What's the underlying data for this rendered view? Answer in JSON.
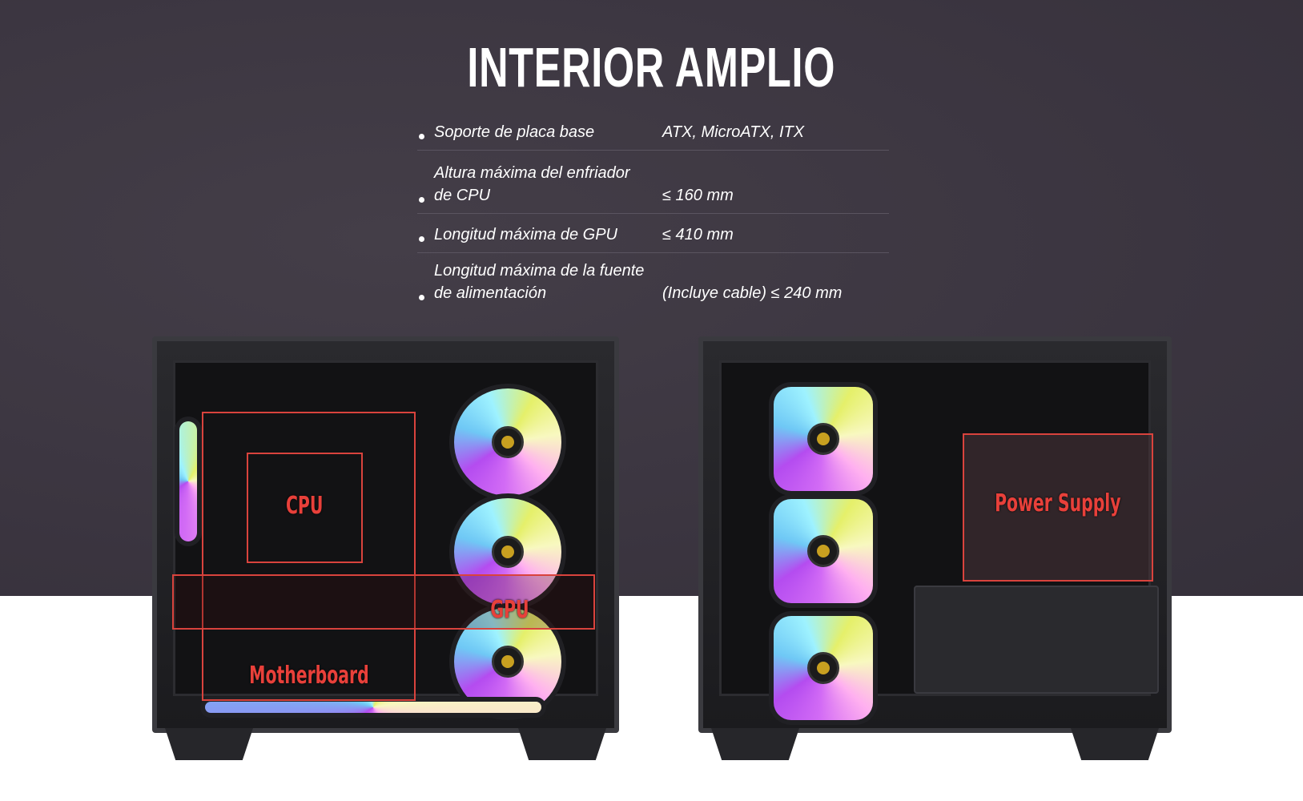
{
  "title": "INTERIOR AMPLIO",
  "specs": [
    {
      "label": "Soporte de placa base",
      "value": "ATX, MicroATX, ITX"
    },
    {
      "label_line1": "Altura máxima del enfriador",
      "label_line2": "de CPU",
      "value": "≤ 160 mm"
    },
    {
      "label": "Longitud máxima de GPU",
      "value": "≤ 410 mm"
    },
    {
      "label_line1": "Longitud máxima de la fuente",
      "label_line2": "de alimentación",
      "value": "(Incluye cable) ≤ 240 mm"
    }
  ],
  "diagram": {
    "cpu": "CPU",
    "gpu": "GPU",
    "motherboard": "Motherboard",
    "power_supply": "Power Supply",
    "highlight_color": "#e8403a"
  }
}
